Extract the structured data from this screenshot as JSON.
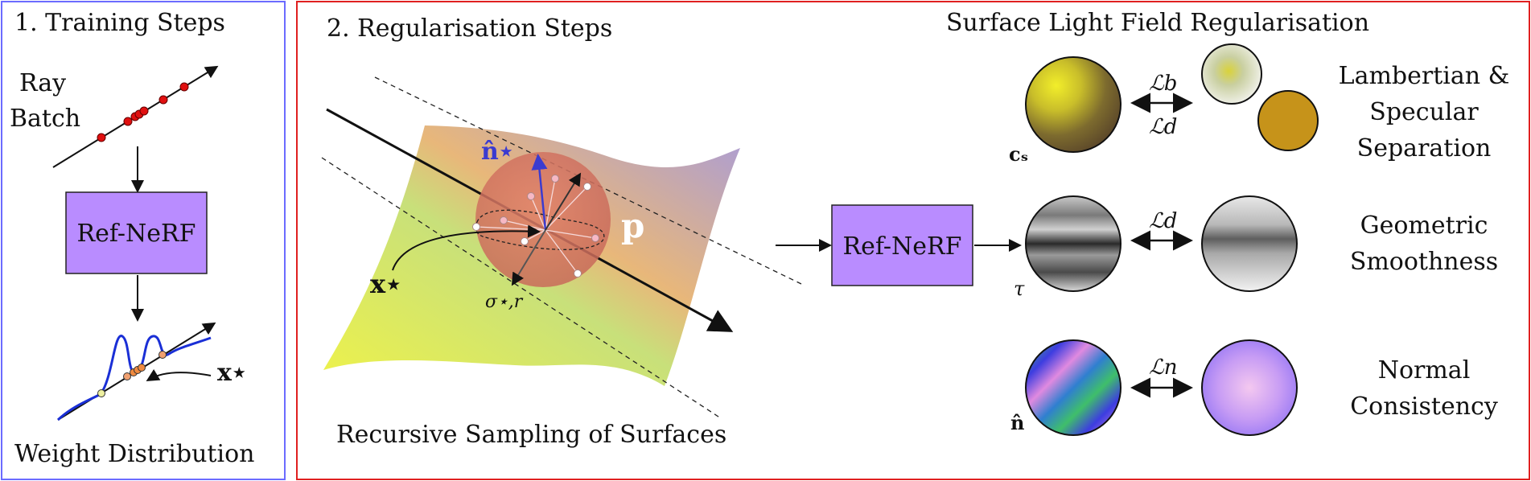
{
  "panel1": {
    "title": "1. Training Steps",
    "ray_label_1": "Ray",
    "ray_label_2": "Batch",
    "box_label": "Ref-NeRF",
    "x_star": "x⋆",
    "bottom_label": "Weight Distribution"
  },
  "panel2": {
    "title": "2. Regularisation Steps",
    "n_star": "n̂⋆",
    "p_label": "p",
    "x_star": "x⋆",
    "sigma_label": "σ⋆,r",
    "bottom_label": "Recursive Sampling of Surfaces",
    "box_label": "Ref-NeRF"
  },
  "panel3": {
    "title": "Surface Light Field Regularisation",
    "rows": [
      {
        "sphere_label": "cₛ",
        "loss_top": "ℒb",
        "loss_bottom": "ℒd",
        "name_lines": [
          "Lambertian &",
          "Specular",
          "Separation"
        ]
      },
      {
        "sphere_label": "τ",
        "loss_top": "ℒd",
        "name_lines": [
          "Geometric",
          "Smoothness"
        ]
      },
      {
        "sphere_label": "n̂",
        "loss_top": "ℒn",
        "name_lines": [
          "Normal",
          "Consistency"
        ]
      }
    ]
  },
  "colors": {
    "panel1_border": "#6b6bff",
    "panel2_border": "#e02020",
    "box_fill": "#b98cff",
    "normal_arrow": "#3b3bd0",
    "weight_curve": "#1a2fd6",
    "ray_points": "#e01010"
  }
}
